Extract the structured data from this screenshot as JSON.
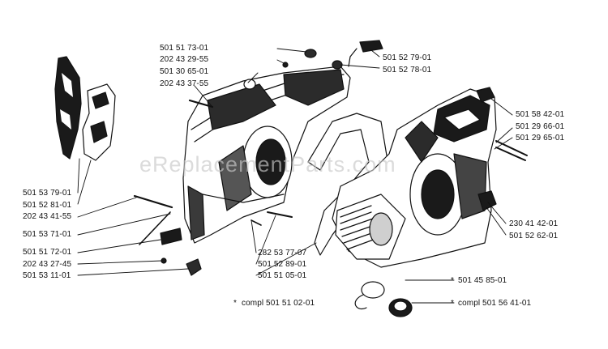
{
  "watermark": "eReplacementParts.com",
  "parts": [
    {
      "id": "p1",
      "text": "501 51 73-01"
    },
    {
      "id": "p2",
      "text": "202 43 29-55"
    },
    {
      "id": "p3",
      "text": "501 30 65-01"
    },
    {
      "id": "p4",
      "text": "202 43 37-55"
    },
    {
      "id": "p5",
      "text": "501 52 79-01"
    },
    {
      "id": "p6",
      "text": "501 52 78-01"
    },
    {
      "id": "p7",
      "text": "501 58 42-01"
    },
    {
      "id": "p8",
      "text": "501 29 66-01"
    },
    {
      "id": "p9",
      "text": "501 29 65-01"
    },
    {
      "id": "p10",
      "text": "501 53 79-01"
    },
    {
      "id": "p11",
      "text": "501 52 81-01"
    },
    {
      "id": "p12",
      "text": "202 43 41-55"
    },
    {
      "id": "p13",
      "text": "501 53 71-01"
    },
    {
      "id": "p14",
      "text": "501 51 72-01"
    },
    {
      "id": "p15",
      "text": "202 43 27-45"
    },
    {
      "id": "p16",
      "text": "501 53 11-01"
    },
    {
      "id": "p17",
      "text": "282 53 77-07"
    },
    {
      "id": "p18",
      "text": "501 52 89-01"
    },
    {
      "id": "p19",
      "text": "501 51 05-01"
    },
    {
      "id": "p20",
      "text": "230 41 42-01"
    },
    {
      "id": "p21",
      "text": "501 52 62-01"
    },
    {
      "id": "p22",
      "text": "501 45 85-01"
    },
    {
      "id": "p23",
      "text": "compl 501 51 02-01"
    },
    {
      "id": "p24",
      "text": "compl 501 56 41-01"
    }
  ]
}
